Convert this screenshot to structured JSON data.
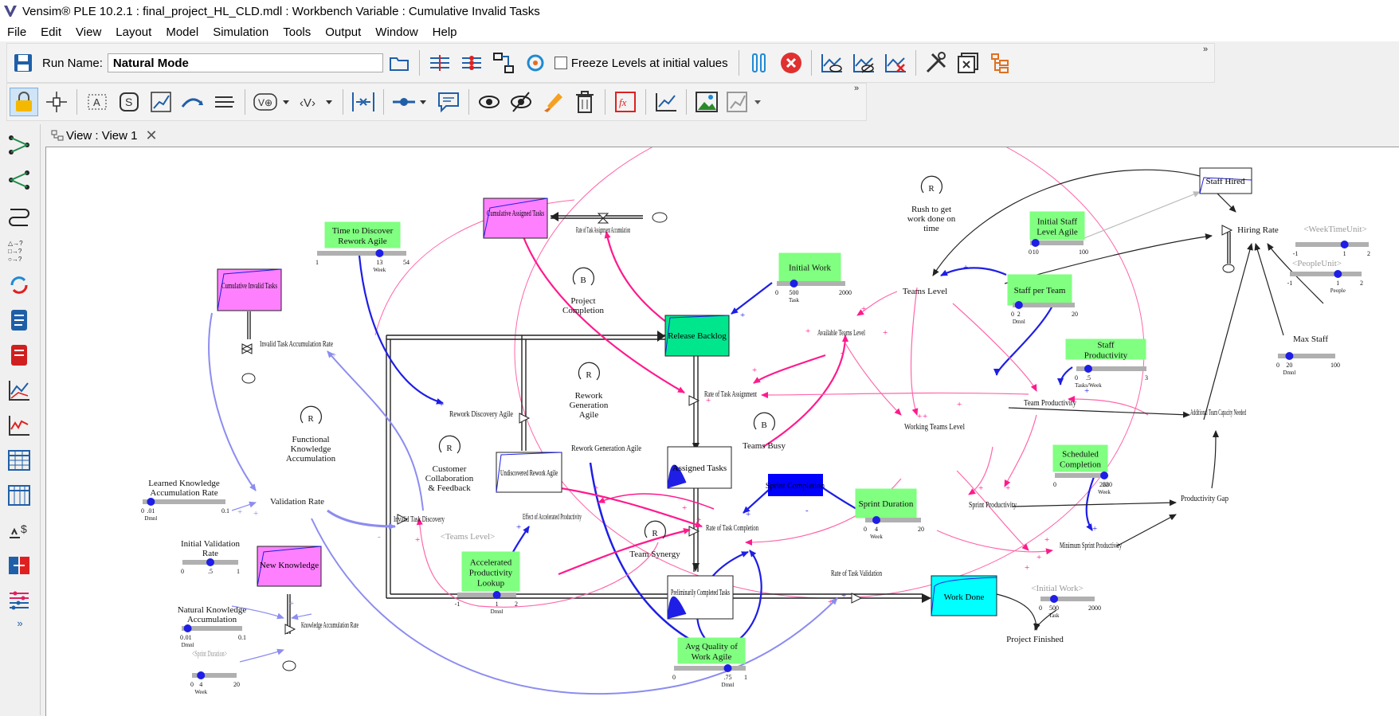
{
  "window": {
    "title": "Vensim® PLE 10.2.1 : final_project_HL_CLD.mdl : Workbench Variable : Cumulative Invalid Tasks"
  },
  "menu": [
    "File",
    "Edit",
    "View",
    "Layout",
    "Model",
    "Simulation",
    "Tools",
    "Output",
    "Window",
    "Help"
  ],
  "toolbar": {
    "run_name_label": "Run Name:",
    "run_name_value": "Natural Mode",
    "freeze_label": "Freeze Levels at initial values",
    "overflow": "»"
  },
  "tab": {
    "label": "View : View 1",
    "close": "✕"
  },
  "leftbar_more": "»",
  "colors": {
    "accent_green": "#80ff80",
    "stock_magenta": "#ff80ff",
    "release_green": "#00e68c",
    "work_done_cyan": "#00ffff",
    "highlight_blue": "#0000ff",
    "link_pink": "#ff1493",
    "link_blue": "#1e1ee6",
    "link_lavender": "#8c8cf0"
  },
  "diagram": {
    "stocks": {
      "cum_invalid": "Cumulative Invalid Tasks",
      "cum_assigned": "Cumulative Assigned Tasks",
      "new_knowledge": "New Knowledge",
      "release_backlog": "Release Backlog",
      "undiscovered_rework": "Undiscovered Rework Agile",
      "assigned_tasks": "Assigned Tasks",
      "prelim_completed": "Preliminarily Completed Tasks",
      "work_done": "Work Done",
      "staff_hired": "Staff Hired"
    },
    "flows": {
      "invalid_accum": "Invalid Task Accumulation Rate",
      "rate_assign_accum": "Rate of Task Assignment Accumulation",
      "validation_rate": "Validation Rate",
      "invalid_discovery": "Invalid Task Discovery",
      "rework_discovery": "Rework Discovery Agile",
      "rework_generation": "Rework Generation Agile",
      "rate_assignment": "Rate of Task Assignment",
      "rate_completion": "Rate of Task Completion",
      "rate_validation": "Rate of Task Validation",
      "knowledge_accum": "Knowledge Accumulation Rate",
      "hiring_rate": "Hiring Rate"
    },
    "variables": {
      "teams_level": "Teams Level",
      "available_teams": "Available Teams Level",
      "working_teams": "Working Teams Level",
      "team_productivity": "Team Productivity",
      "sprint_productivity": "Sprint Productivity",
      "min_sprint_productivity": "Minimum Sprint Productivity",
      "productivity_gap": "Productivity Gap",
      "additional_capacity": "Additional Team Capacity Needed",
      "effect_accel": "Effect of Accelerated Productivity",
      "project_finished": "Project Finished",
      "sprint_completion": "Sprint Completion",
      "max_staff": "Max Staff",
      "teams_level_shadow": "<Teams Level>",
      "initial_work_shadow": "<Initial Work>",
      "week_time_unit_shadow": "<WeekTimeUnit>",
      "people_unit_shadow": "<PeopleUnit>",
      "sprint_duration_shadow": "<Sprint Duration>"
    },
    "inputs": {
      "time_discover": {
        "label": "Time to Discover Rework Agile",
        "min": "1",
        "val": "13",
        "max": "54",
        "unit": "Week",
        "pos": 0.7
      },
      "initial_work": {
        "label": "Initial Work",
        "min": "0",
        "val": "500",
        "max": "2000",
        "unit": "Task",
        "pos": 0.25
      },
      "initial_staff": {
        "label": "Initial Staff Level Agile",
        "min": "0",
        "val": "10",
        "max": "100",
        "unit": "",
        "pos": 0.1
      },
      "staff_per_team": {
        "label": "Staff per Team",
        "min": "0",
        "val": "2",
        "max": "20",
        "unit": "Dmnl",
        "pos": 0.1
      },
      "staff_productivity": {
        "label": "Staff Productivity",
        "min": "0",
        "val": ".5",
        "max": "3",
        "unit": "Tasks/Week",
        "pos": 0.17
      },
      "scheduled_completion": {
        "label": "Scheduled Completion",
        "min": "0",
        "val": "262",
        "max": "280",
        "unit": "Week",
        "pos": 0.94
      },
      "sprint_duration": {
        "label": "Sprint Duration",
        "min": "0",
        "val": "4",
        "max": "20",
        "unit": "Week",
        "pos": 0.2
      },
      "accel_lookup": {
        "label": "Accelerated Productivity Lookup",
        "min": "-1",
        "val": "1",
        "max": "2",
        "unit": "Dmnl",
        "pos": 0.67
      },
      "avg_quality": {
        "label": "Avg Quality of Work Agile",
        "min": "0",
        "val": ".75",
        "max": "1",
        "unit": "Dmnl",
        "pos": 0.75
      },
      "learned_knowledge": {
        "label": "Learned Knowledge Accumulation Rate",
        "min": "0",
        "val": ".01",
        "max": "0.1",
        "unit": "Dmnl",
        "pos": 0.1
      },
      "initial_validation": {
        "label": "Initial Validation Rate",
        "min": "0",
        "val": ".5",
        "max": "1",
        "unit": "",
        "pos": 0.5
      },
      "natural_knowledge": {
        "label": "Natural Knowledge Accumulation",
        "min": "0",
        "val": ".01",
        "max": "0.1",
        "unit": "Dmnl",
        "pos": 0.1
      },
      "sprint_duration_shadow": {
        "label": "",
        "min": "0",
        "val": "4",
        "max": "20",
        "unit": "Week",
        "pos": 0.2
      },
      "initial_work_shadow": {
        "label": "",
        "min": "0",
        "val": "500",
        "max": "2000",
        "unit": "Task",
        "pos": 0.25
      },
      "week_unit": {
        "label": "",
        "min": "-1",
        "val": "1",
        "max": "2",
        "unit": "",
        "pos": 0.67
      },
      "people_unit": {
        "label": "",
        "min": "-1",
        "val": "1",
        "max": "2",
        "unit": "People",
        "pos": 0.67
      },
      "max_staff": {
        "label": "",
        "min": "0",
        "val": "20",
        "max": "100",
        "unit": "Dmnl",
        "pos": 0.2
      }
    },
    "loops": {
      "rush": {
        "letter": "R",
        "label": "Rush to get work done on time"
      },
      "project_completion": {
        "letter": "B",
        "label": "Project Completion"
      },
      "rework_generation": {
        "letter": "R",
        "label": "Rework Generation Agile"
      },
      "teams_busy": {
        "letter": "B",
        "label": "Teams Busy"
      },
      "functional_knowledge": {
        "letter": "R",
        "label": "Functional Knowledge Accumulation"
      },
      "customer_collab": {
        "letter": "R",
        "label": "Customer Collaboration & Feedback"
      },
      "team_synergy": {
        "letter": "R",
        "label": "Team Synergy"
      }
    }
  }
}
